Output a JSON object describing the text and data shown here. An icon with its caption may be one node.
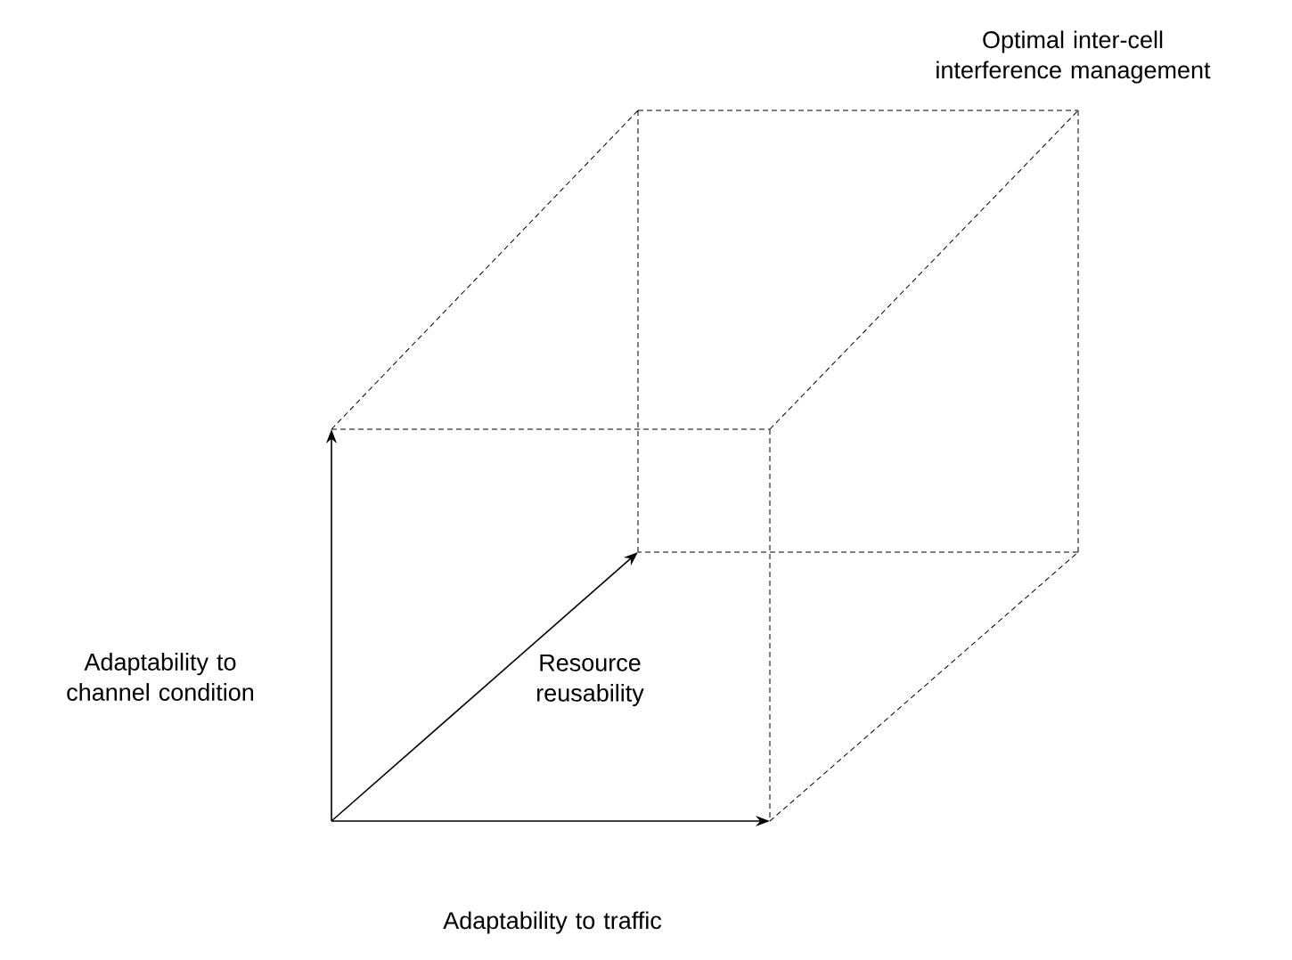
{
  "diagram": {
    "labels": [
      "Optimal inter-cell interference management",
      "Adaptability to channel condition",
      "Resource reusability",
      "Adaptability to traffic"
    ]
  }
}
